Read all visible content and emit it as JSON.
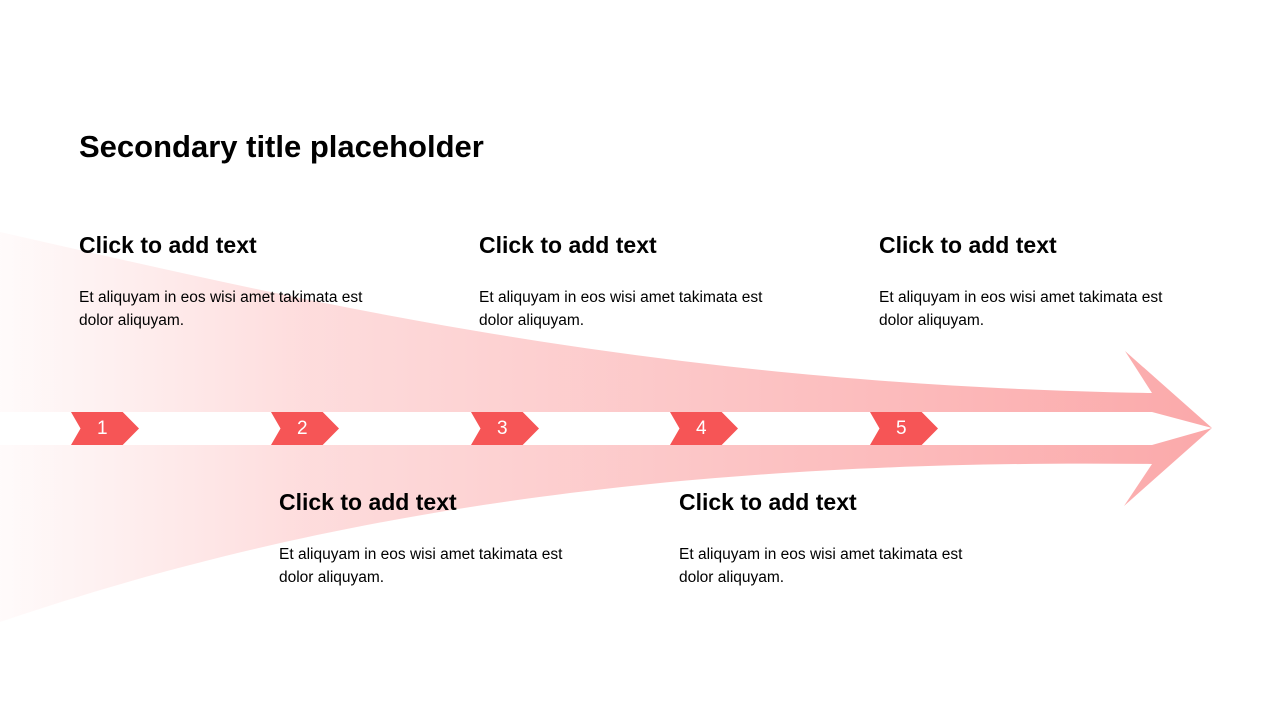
{
  "slide": {
    "title": "Secondary title placeholder",
    "accent_color": "#f65556",
    "arrow_color": "#fba9aa",
    "steps": [
      {
        "number": "1"
      },
      {
        "number": "2"
      },
      {
        "number": "3"
      },
      {
        "number": "4"
      },
      {
        "number": "5"
      }
    ],
    "blocks": [
      {
        "heading": "Click to add text",
        "body": "Et aliquyam in eos wisi amet takimata est dolor aliquyam."
      },
      {
        "heading": "Click to add text",
        "body": "Et aliquyam in eos wisi amet takimata est dolor aliquyam."
      },
      {
        "heading": "Click to add text",
        "body": "Et aliquyam in eos wisi amet takimata est dolor aliquyam."
      },
      {
        "heading": "Click to add text",
        "body": "Et aliquyam in eos wisi amet takimata est dolor aliquyam."
      },
      {
        "heading": "Click to add text",
        "body": "Et aliquyam in eos wisi amet takimata est dolor aliquyam."
      }
    ]
  }
}
